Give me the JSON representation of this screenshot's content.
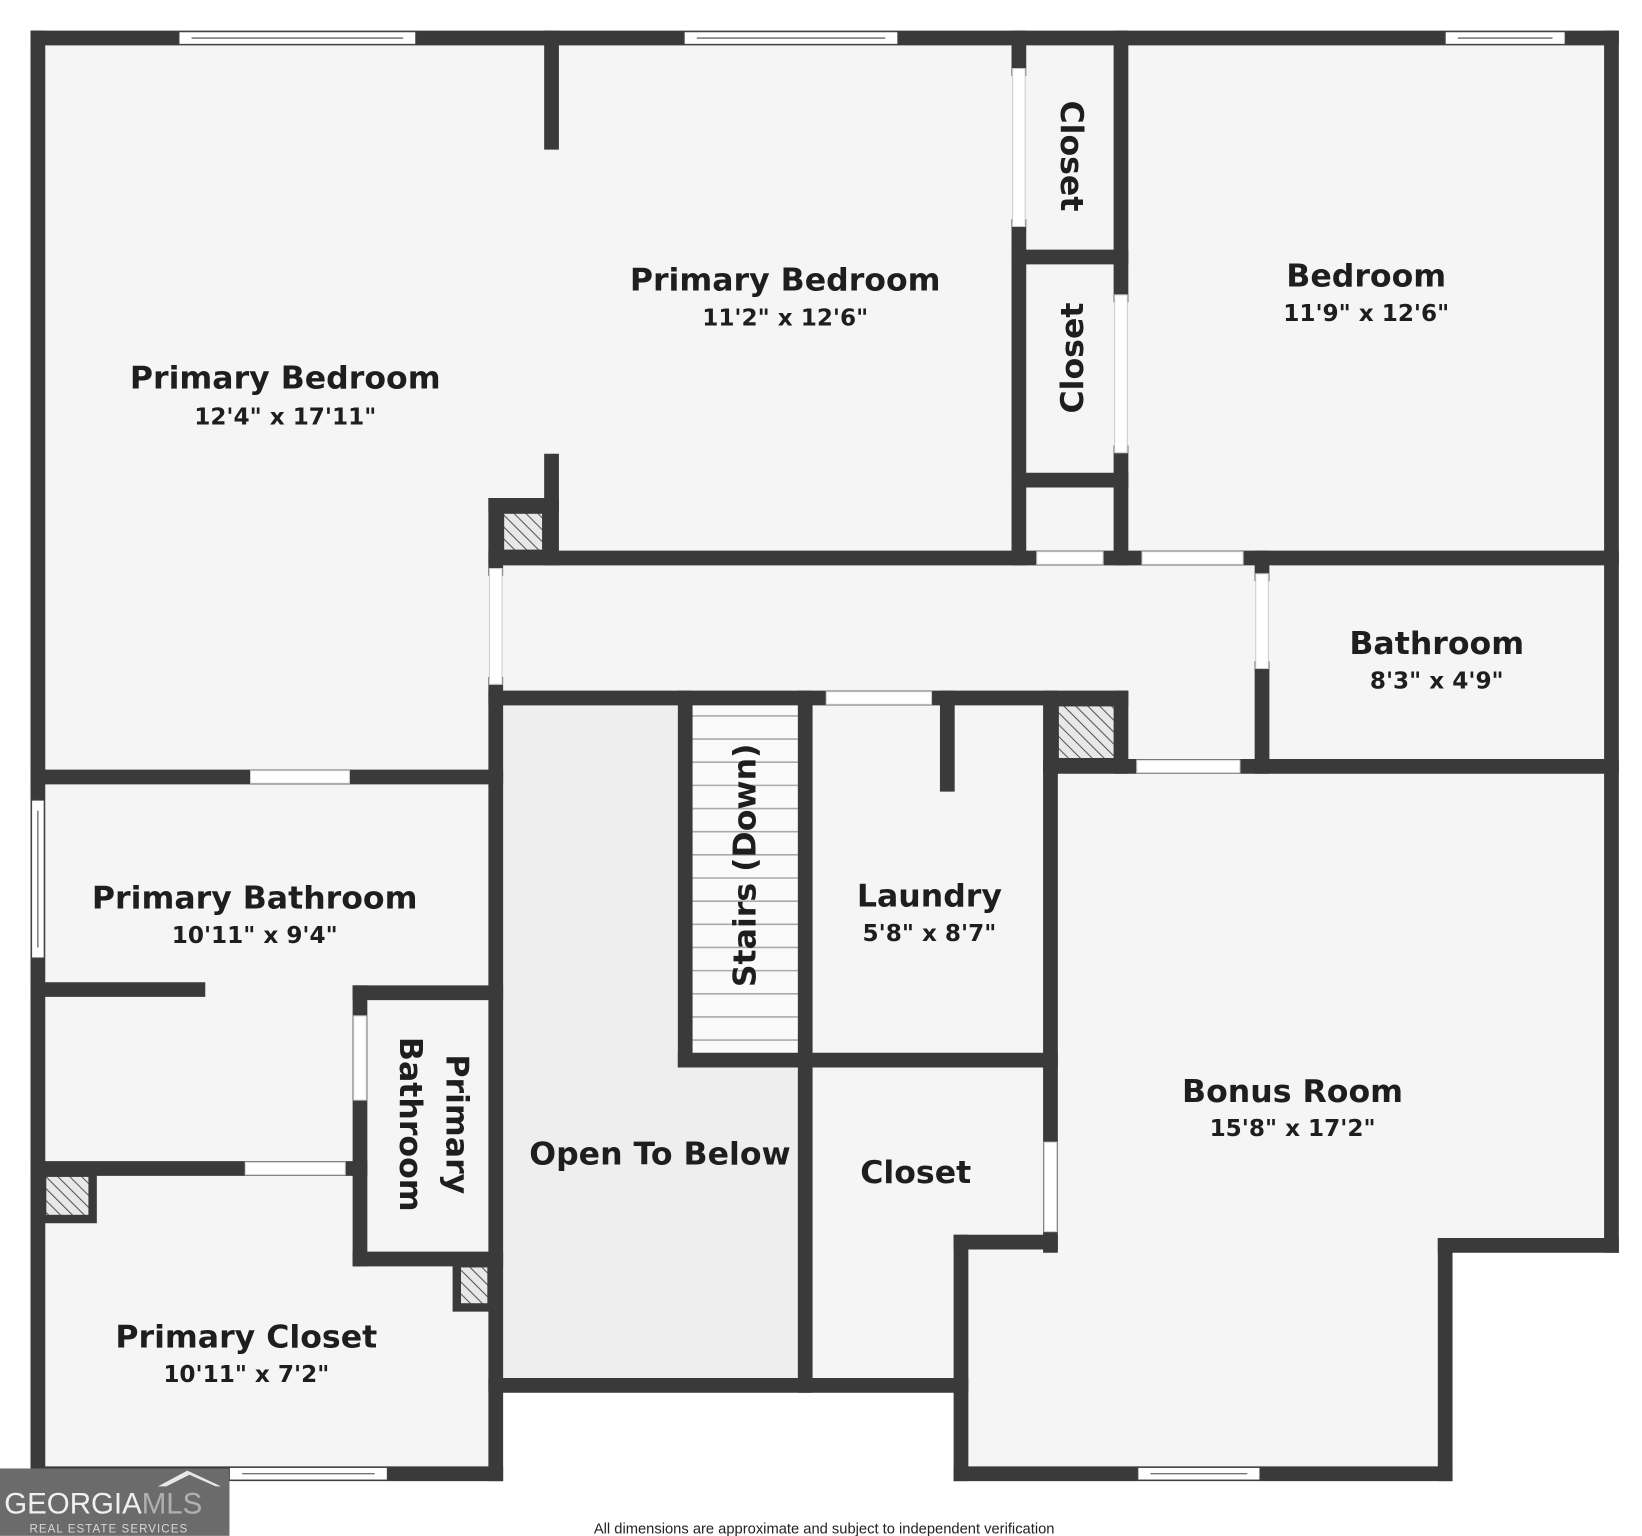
{
  "colors": {
    "wall": "#3a3a3a",
    "floor": "#f5f5f5",
    "open_to_below": "#eeeeee",
    "logo_bg": "#6b6b6b"
  },
  "rooms": [
    {
      "name": "Primary Bedroom",
      "dims": "12'4\" x 17'11\""
    },
    {
      "name": "Primary Bedroom",
      "dims": "11'2\" x 12'6\""
    },
    {
      "name": "Closet",
      "dims": ""
    },
    {
      "name": "Closet",
      "dims": ""
    },
    {
      "name": "Bedroom",
      "dims": "11'9\" x 12'6\""
    },
    {
      "name": "Bathroom",
      "dims": "8'3\" x 4'9\""
    },
    {
      "name": "Primary Bathroom",
      "dims": "10'11\" x 9'4\""
    },
    {
      "name": "Stairs (Down)",
      "dims": ""
    },
    {
      "name": "Laundry",
      "dims": "5'8\" x 8'7\""
    },
    {
      "name": "Primary",
      "dims": "Bathroom"
    },
    {
      "name": "Open To Below",
      "dims": ""
    },
    {
      "name": "Closet",
      "dims": ""
    },
    {
      "name": "Bonus Room",
      "dims": "15'8\" x 17'2\""
    },
    {
      "name": "Primary Closet",
      "dims": "10'11\" x 7'2\""
    }
  ],
  "disclaimer": "All dimensions are approximate and subject to independent verification",
  "logo": {
    "text_main": "GEORGIA",
    "text_accent": "MLS",
    "tagline": "REAL ESTATE SERVICES"
  }
}
